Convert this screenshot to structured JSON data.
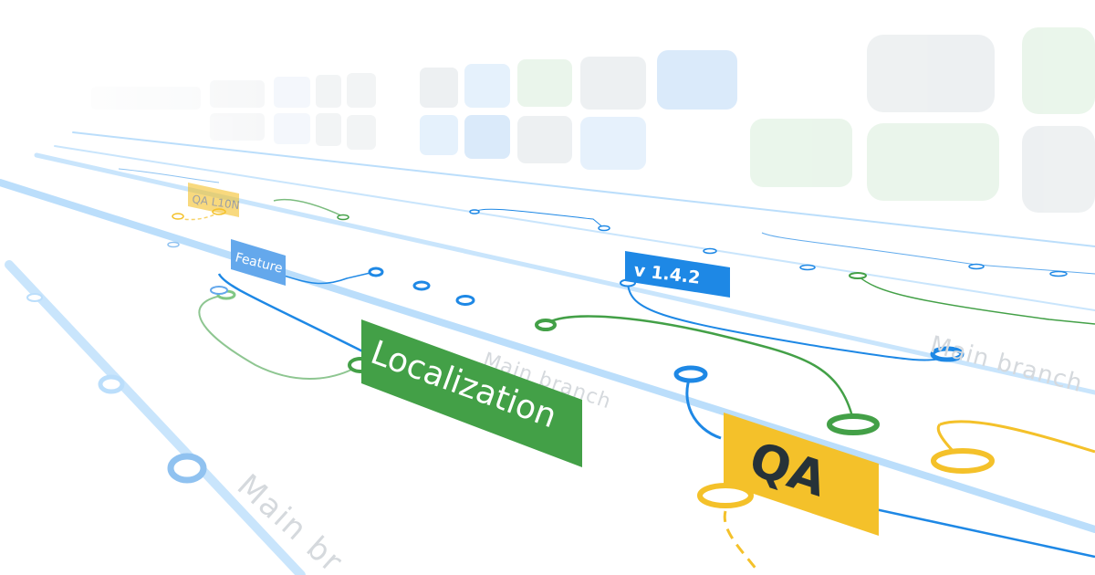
{
  "labels": {
    "qa_l10n": "QA L10N",
    "feature": "Feature",
    "version": "v 1.4.2",
    "localization": "Localization",
    "qa": "QA",
    "main_branch_1": "Main branch",
    "main_branch_2": "Main branch",
    "main_branch_3": "Main br"
  },
  "colors": {
    "blue": "#1e88e5",
    "light_blue": "#bbdefb",
    "green": "#43a047",
    "yellow": "#f4c12a",
    "gray_text": "#d5d9dd"
  }
}
